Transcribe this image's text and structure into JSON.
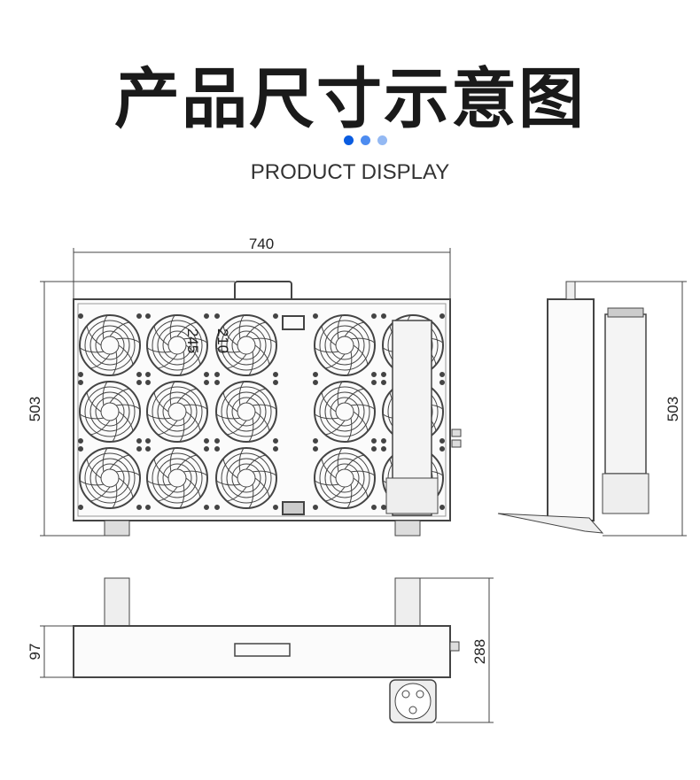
{
  "header": {
    "title": "产品尺寸示意图",
    "subtitle": "PRODUCT DISPLAY",
    "dot_colors": [
      "#0a5ce0",
      "#4d8cf0",
      "#94b9f3"
    ]
  },
  "dimensions": {
    "front_width": "740",
    "front_height": "503",
    "fan_label_a": "245",
    "fan_label_b": "210",
    "side_height": "503",
    "bottom_depth": "97",
    "bottom_total": "288"
  }
}
